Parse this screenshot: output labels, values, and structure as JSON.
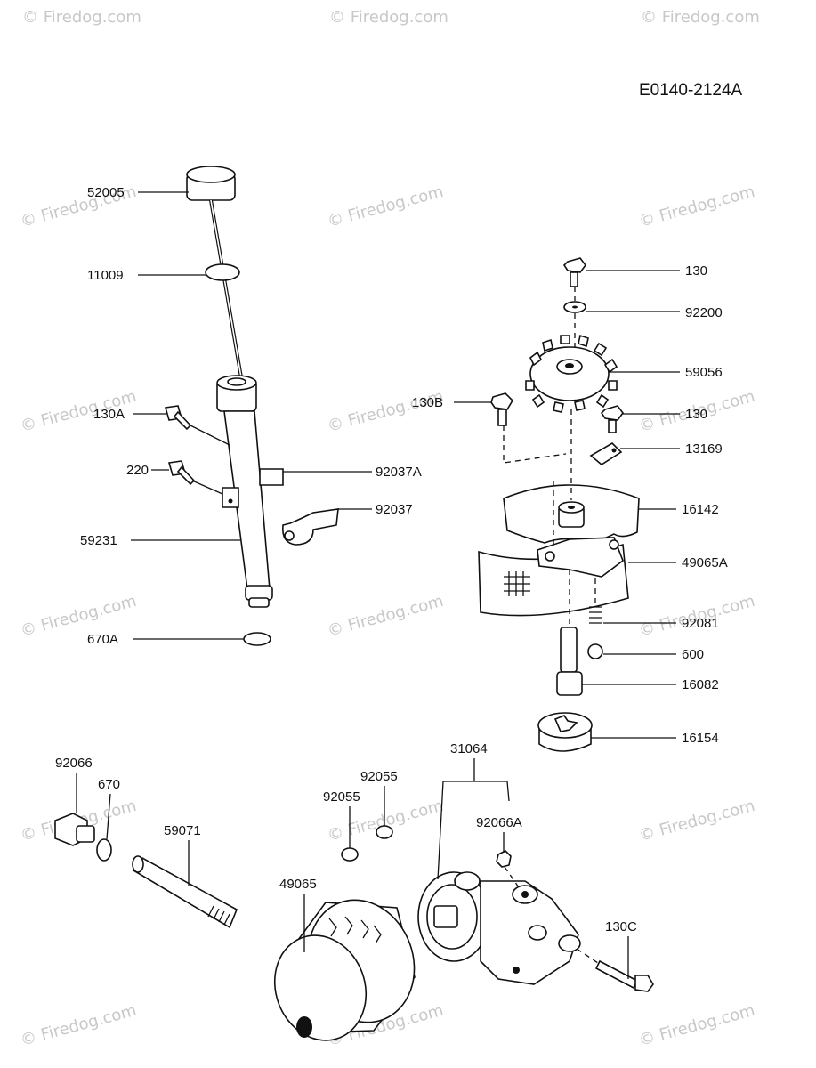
{
  "document_code": "E0140-2124A",
  "watermark": "© Firedog.com",
  "parts": [
    {
      "id": "p-52005",
      "label": "52005"
    },
    {
      "id": "p-11009",
      "label": "11009"
    },
    {
      "id": "p-130a",
      "label": "130A"
    },
    {
      "id": "p-220",
      "label": "220"
    },
    {
      "id": "p-92037a",
      "label": "92037A"
    },
    {
      "id": "p-92037",
      "label": "92037"
    },
    {
      "id": "p-59231",
      "label": "59231"
    },
    {
      "id": "p-670a",
      "label": "670A"
    },
    {
      "id": "p-130-top",
      "label": "130"
    },
    {
      "id": "p-92200",
      "label": "92200"
    },
    {
      "id": "p-59056",
      "label": "59056"
    },
    {
      "id": "p-130b",
      "label": "130B"
    },
    {
      "id": "p-130-mid",
      "label": "130"
    },
    {
      "id": "p-13169",
      "label": "13169"
    },
    {
      "id": "p-16142",
      "label": "16142"
    },
    {
      "id": "p-49065a",
      "label": "49065A"
    },
    {
      "id": "p-92081",
      "label": "92081"
    },
    {
      "id": "p-600",
      "label": "600"
    },
    {
      "id": "p-16082",
      "label": "16082"
    },
    {
      "id": "p-16154",
      "label": "16154"
    },
    {
      "id": "p-92066",
      "label": "92066"
    },
    {
      "id": "p-670",
      "label": "670"
    },
    {
      "id": "p-59071",
      "label": "59071"
    },
    {
      "id": "p-49065",
      "label": "49065"
    },
    {
      "id": "p-92055-a",
      "label": "92055"
    },
    {
      "id": "p-92055-b",
      "label": "92055"
    },
    {
      "id": "p-31064",
      "label": "31064"
    },
    {
      "id": "p-92066a",
      "label": "92066A"
    },
    {
      "id": "p-130c",
      "label": "130C"
    }
  ]
}
